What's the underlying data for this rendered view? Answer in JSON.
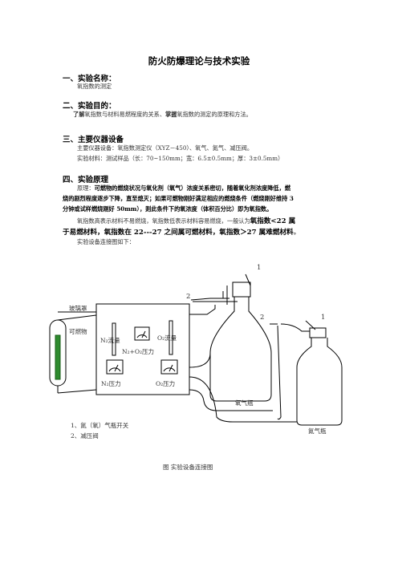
{
  "title": "防火防爆理论与技术实验",
  "sec1": {
    "heading": "一、实验名称：",
    "text": "氧指数的测定"
  },
  "sec2": {
    "heading": "二、实验目的：",
    "p1": "了解",
    "p2": "氧指数与材料易燃程度的关系、",
    "p3": "掌握",
    "p4": "氧指数的测定的原理和方法。"
  },
  "sec3": {
    "heading": "三、主要仪器设备",
    "line1": "主要仪器设备：氧指数测定仪（XYZ－450）、氧气、氮气、减压阀。",
    "line2": "实验材料：测试样品（长：70~150mm；宽：6.5±0.5mm；厚：3±0.5mm）"
  },
  "sec4": {
    "heading": "四、实验原理",
    "principle_label": "原理：",
    "principle_a": "可燃物的燃烧状况与氧化剂（氧气）浓度关系密切，随着氧化剂浓度降低，燃",
    "principle_b": "烧的剧烈程度逐步下降，直至熄灭；如果可燃物刚好满足相应的燃烧条件（燃烧刚好维持 3",
    "principle_c": "分钟或试样燃烧刚好 50mm），则此条件下的氧浓度（体积百分比）即为氧指数。",
    "oi_a": "氧指数高表示材料不易燃烧，氧指数低表示材料容易燃烧，一般认为",
    "oi_b": "氧指数<22 属",
    "oi_c": "于易燃材料，氧指数在 22---27 之间属可燃材料，氧指数＞27 属难燃材料",
    "oi_d": "。",
    "connect": "实验设备连接图如下："
  },
  "diagram": {
    "label_1a": "1",
    "label_1b": "1",
    "label_2a": "2",
    "label_2b": "2",
    "glass_cover": "玻璃罩",
    "combustible": "可燃物",
    "n2_flow": "N₂流量",
    "o2_flow": "O₂流量",
    "mix_pressure": "N₂+O₂压力",
    "n2_pressure": "N₂压力",
    "o2_pressure": "O₂压力",
    "o2_bottle": "氧气瓶",
    "n2_bottle": "氮气瓶",
    "legend1": "1、氮（氧）气瓶开关",
    "legend2": "2、减压阀",
    "caption": "图  实验设备连接图"
  }
}
